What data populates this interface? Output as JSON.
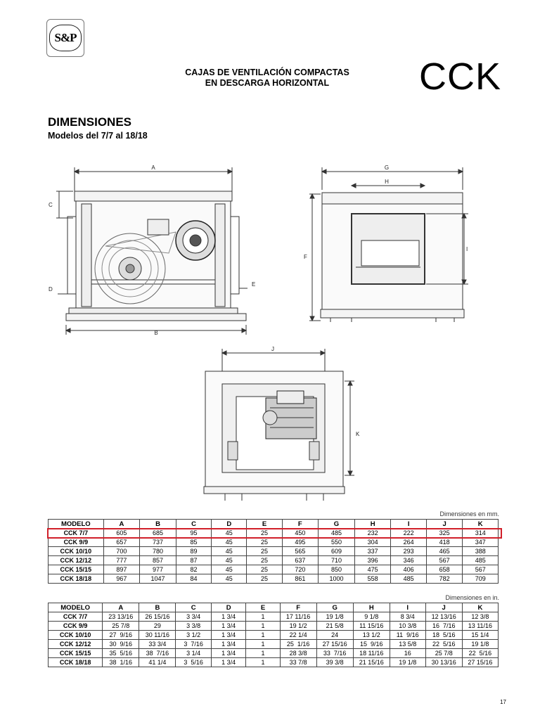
{
  "brand": {
    "logo_text": "S&P"
  },
  "header": {
    "title_line1": "CAJAS DE VENTILACIÓN COMPACTAS",
    "title_line2": "EN DESCARGA HORIZONTAL",
    "code": "CCK"
  },
  "section": {
    "title": "DIMENSIONES",
    "subtitle": "Modelos del 7/7 al 18/18"
  },
  "drawing_labels": {
    "A": "A",
    "B": "B",
    "C": "C",
    "D": "D",
    "E": "E",
    "F": "F",
    "G": "G",
    "H": "H",
    "I": "I",
    "J": "J",
    "K": "K"
  },
  "tables": [
    {
      "units": "Dimensiones en mm.",
      "headers": [
        "MODELO",
        "A",
        "B",
        "C",
        "D",
        "E",
        "F",
        "G",
        "H",
        "I",
        "J",
        "K"
      ],
      "rows": [
        [
          "CCK 7/7",
          "605",
          "685",
          "95",
          "45",
          "25",
          "450",
          "485",
          "232",
          "222",
          "325",
          "314"
        ],
        [
          "CCK 9/9",
          "657",
          "737",
          "85",
          "45",
          "25",
          "495",
          "550",
          "304",
          "264",
          "418",
          "347"
        ],
        [
          "CCK 10/10",
          "700",
          "780",
          "89",
          "45",
          "25",
          "565",
          "609",
          "337",
          "293",
          "465",
          "388"
        ],
        [
          "CCK 12/12",
          "777",
          "857",
          "87",
          "45",
          "25",
          "637",
          "710",
          "396",
          "346",
          "567",
          "485"
        ],
        [
          "CCK 15/15",
          "897",
          "977",
          "82",
          "45",
          "25",
          "720",
          "850",
          "475",
          "406",
          "658",
          "567"
        ],
        [
          "CCK 18/18",
          "967",
          "1047",
          "84",
          "45",
          "25",
          "861",
          "1000",
          "558",
          "485",
          "782",
          "709"
        ]
      ]
    },
    {
      "units": "Dimensiones en in.",
      "headers": [
        "MODELO",
        "A",
        "B",
        "C",
        "D",
        "E",
        "F",
        "G",
        "H",
        "I",
        "J",
        "K"
      ],
      "rows": [
        [
          "CCK 7/7",
          "23 13/16",
          "26 15/16",
          "3 3/4",
          "1 3/4",
          "1",
          "17 11/16",
          "19 1/8",
          "9 1/8",
          "8 3/4",
          "12 13/16",
          "12 3/8"
        ],
        [
          "CCK 9/9",
          "25 7/8",
          "29",
          "3 3/8",
          "1 3/4",
          "1",
          "19 1/2",
          "21 5/8",
          "11 15/16",
          "10 3/8",
          "16  7/16",
          "13 11/16"
        ],
        [
          "CCK 10/10",
          "27  9/16",
          "30 11/16",
          "3 1/2",
          "1 3/4",
          "1",
          "22 1/4",
          "24",
          "13 1/2",
          "11  9/16",
          "18  5/16",
          "15 1/4"
        ],
        [
          "CCK 12/12",
          "30  9/16",
          "33 3/4",
          "3  7/16",
          "1 3/4",
          "1",
          "25  1/16",
          "27 15/16",
          "15  9/16",
          "13 5/8",
          "22  5/16",
          "19 1/8"
        ],
        [
          "CCK 15/15",
          "35  5/16",
          "38  7/16",
          "3 1/4",
          "1 3/4",
          "1",
          "28 3/8",
          "33  7/16",
          "18 11/16",
          "16",
          "25 7/8",
          "22  5/16"
        ],
        [
          "CCK 18/18",
          "38  1/16",
          "41 1/4",
          "3  5/16",
          "1 3/4",
          "1",
          "33 7/8",
          "39 3/8",
          "21 15/16",
          "19 1/8",
          "30 13/16",
          "27 15/16"
        ]
      ]
    }
  ],
  "page_number": "17",
  "colors": {
    "highlight": "#d1202a",
    "logo_accent": "#c8102e"
  }
}
